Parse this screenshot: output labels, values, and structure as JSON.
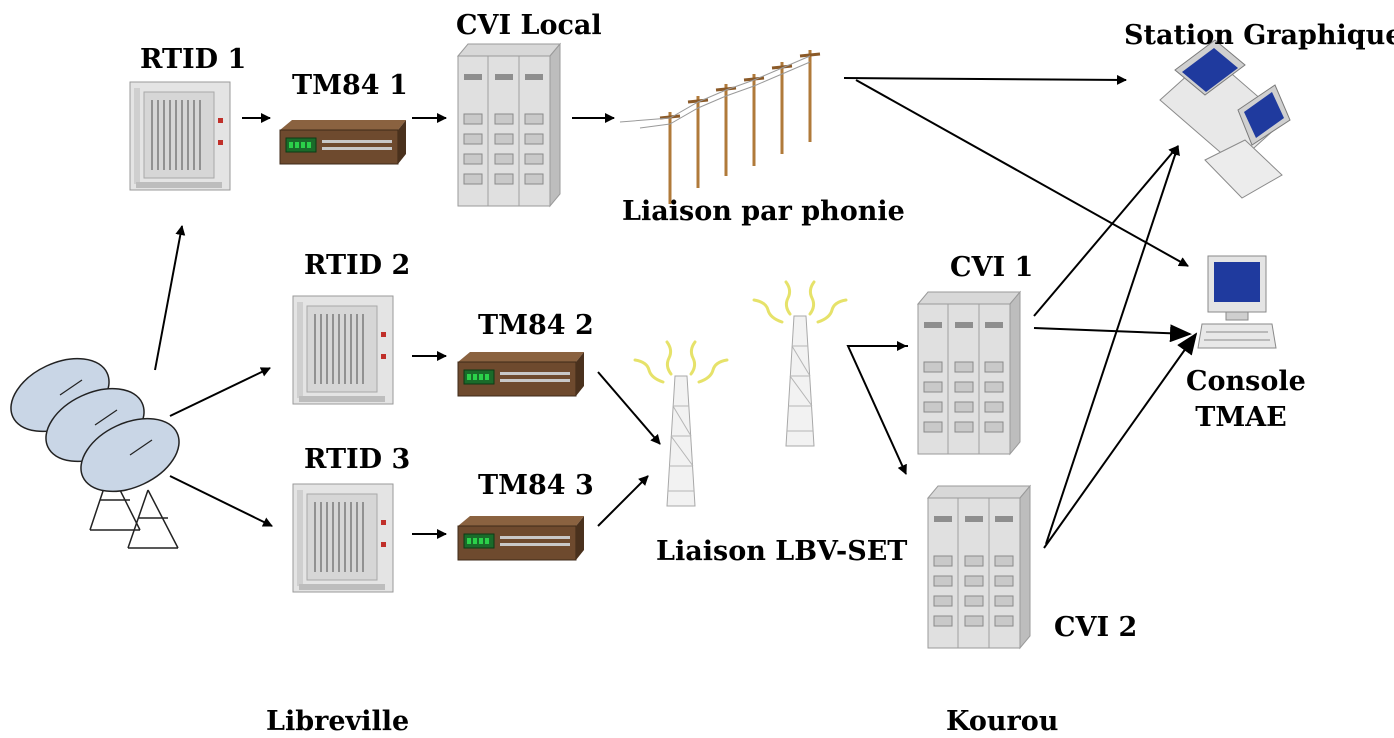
{
  "labels": {
    "rtid1": "RTID 1",
    "rtid2": "RTID 2",
    "rtid3": "RTID 3",
    "tm84_1": "TM84 1",
    "tm84_2": "TM84 2",
    "tm84_3": "TM84 3",
    "cvi_local": "CVI Local",
    "liaison_phonie": "Liaison par phonie",
    "liaison_lbv": "Liaison LBV-SET",
    "cvi1": "CVI 1",
    "cvi2": "CVI 2",
    "station": "Station Graphique",
    "console_line1": "Console",
    "console_line2": "TMAE",
    "libreville": "Libreville",
    "kourou": "Kourou"
  },
  "colors": {
    "rack_body": "#e4e4e4",
    "rack_shadow": "#b8b8b8",
    "modem_body": "#6e4a2e",
    "modem_display": "#1a6b2a",
    "pole": "#b07a3a",
    "monitor_screen": "#1f3a9e",
    "dish": "#c9d6e6"
  },
  "icons": [
    "satellite-dish-icon",
    "rack-icon",
    "modem-icon",
    "server-cabinet-icon",
    "telephone-poles-icon",
    "radio-tower-icon",
    "workstation-icon",
    "console-terminal-icon",
    "arrow-icon"
  ]
}
